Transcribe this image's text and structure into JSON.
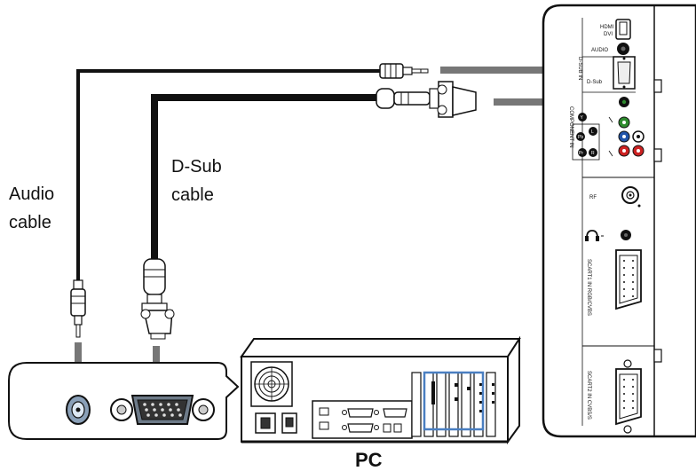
{
  "labels": {
    "audio_line1": "Audio",
    "audio_line2": "cable",
    "dsub_line1": "D-Sub",
    "dsub_line2": "cable",
    "pc": "PC"
  },
  "tv_panel": {
    "hdmi": "HDMI",
    "dvi": "DVI",
    "audio": "AUDIO",
    "dsub": "D-Sub",
    "dsub_in": "D-SUB IN",
    "component_in": "COMPONENT IN",
    "y": "Y",
    "pb": "Pb",
    "pr": "Pr",
    "l": "L",
    "r": "R",
    "rf": "RF",
    "scart1": "SCART1 IN RGB/CVBS",
    "scart2": "SCART2 IN CVBS/S"
  },
  "colors": {
    "cable": "#111111",
    "arrow": "#777777",
    "component_green": "#2e8b2e",
    "component_blue": "#2255aa",
    "component_red": "#cc2222",
    "card_highlight": "#4a7fc1"
  }
}
